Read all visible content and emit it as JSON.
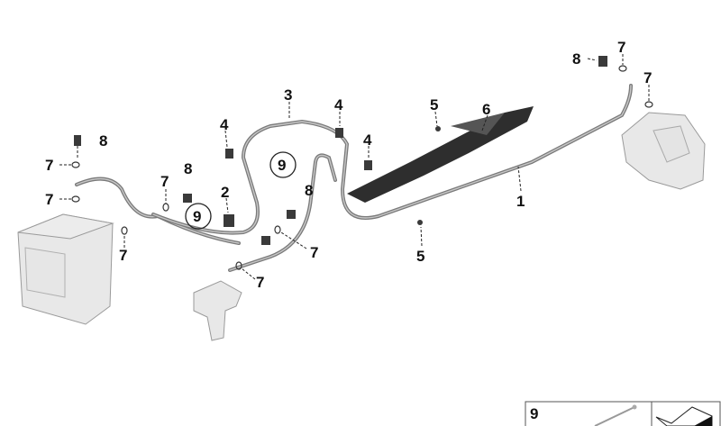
{
  "diagram": {
    "callouts": {
      "brake_line_front": "1",
      "bracket": "2",
      "brake_line_center": "3",
      "clip_a": "4",
      "clip_b": "4",
      "clip_c": "4",
      "screw_top": "5",
      "screw_bottom": "5",
      "cover": "6",
      "seal_abs_top": "7",
      "seal_abs_mid": "7",
      "seal_center_left": "7",
      "seal_abs_bottom": "7",
      "seal_center_right": "7",
      "seal_master": "7",
      "seal_caliper_top": "7",
      "seal_caliper_right": "7",
      "bolt_abs": "8",
      "bolt_center": "8",
      "bolt_mid": "8",
      "bolt_caliper": "8",
      "ref_9_a": "9",
      "ref_9_b": "9"
    },
    "legend_box": {
      "number": "9"
    }
  }
}
